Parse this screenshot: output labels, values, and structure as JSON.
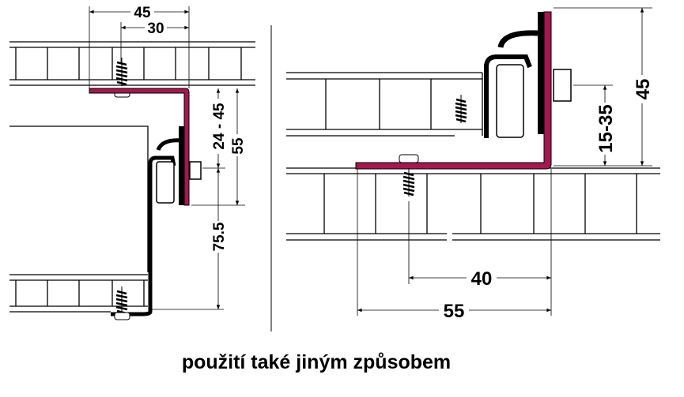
{
  "caption": "použití také jiným způsobem",
  "colors": {
    "bracket": "#a3184f",
    "lines": "#000000"
  },
  "left_view": {
    "dimensions": {
      "width_total": "45",
      "width_screw": "30",
      "adjust_range": "24 - 45",
      "height_bracket": "55",
      "height_lower": "75.5"
    }
  },
  "right_view": {
    "dimensions": {
      "height_total": "45",
      "height_range": "15-35",
      "width_screw": "40",
      "width_total": "55"
    }
  }
}
